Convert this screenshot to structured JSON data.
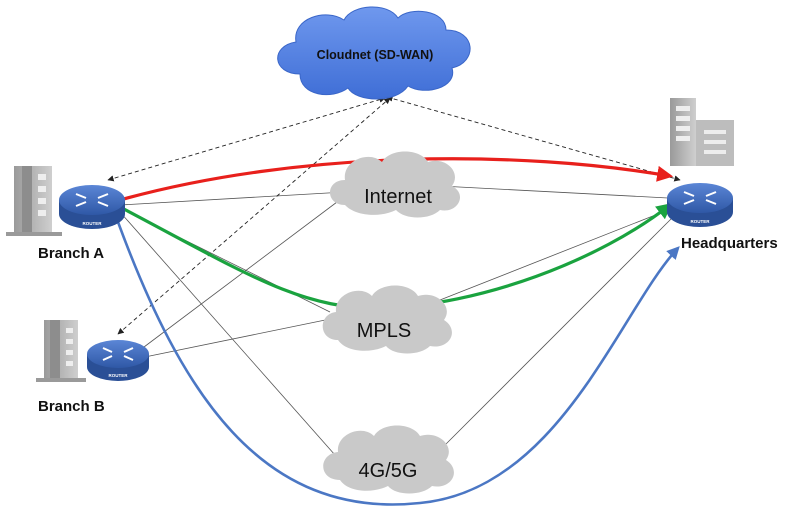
{
  "clouds": {
    "sdwan": {
      "label": "Cloudnet (SD-WAN)",
      "color": "#4f7fe0"
    },
    "internet": {
      "label": "Internet"
    },
    "mpls": {
      "label": "MPLS"
    },
    "cellular": {
      "label": "4G/5G"
    },
    "underlay_color": "#c9c9c9"
  },
  "sites": {
    "branch_a": {
      "label": "Branch A"
    },
    "branch_b": {
      "label": "Branch B"
    },
    "headquarters": {
      "label": "Headquarters"
    }
  },
  "router": {
    "caption": "ROUTER",
    "color": "#3c67b8"
  },
  "links": {
    "red_path": "#e8201c",
    "green_path": "#1aa33f",
    "blue_path": "#4b77c4",
    "control": "#222222",
    "underlay": "#555555"
  }
}
